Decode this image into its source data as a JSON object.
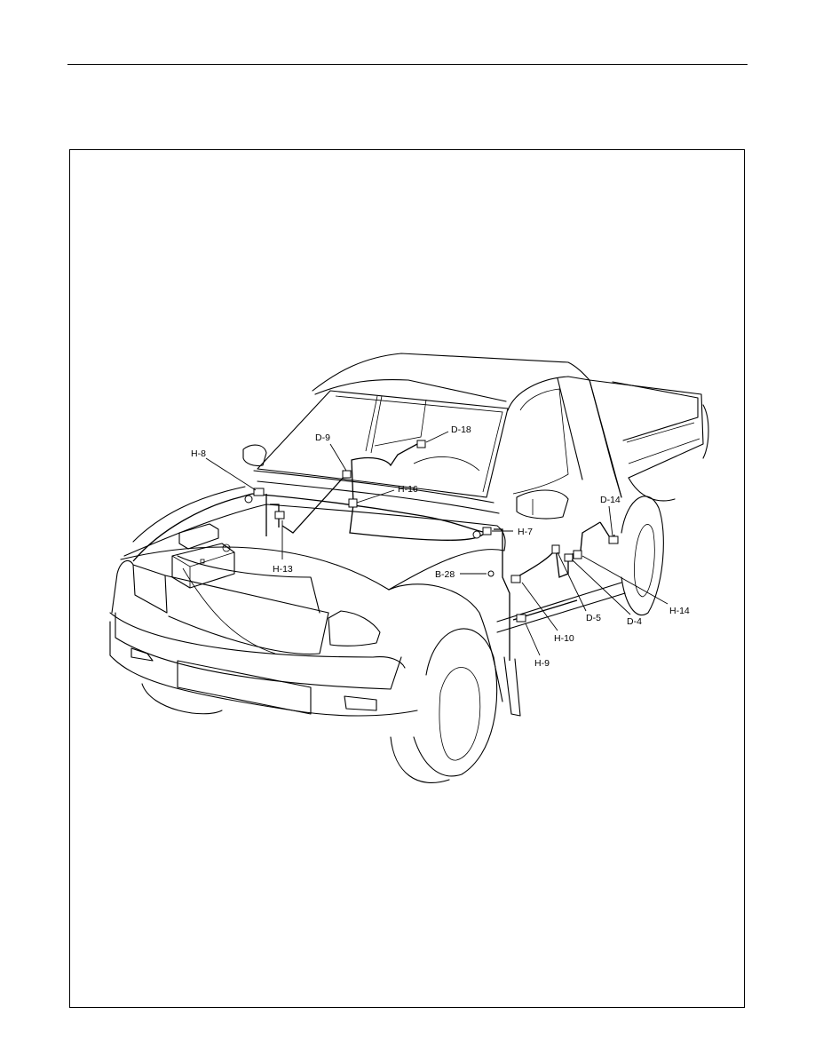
{
  "figure": {
    "connectors": [
      {
        "id": "d18",
        "label": "D-18"
      },
      {
        "id": "d9",
        "label": "D-9"
      },
      {
        "id": "h8",
        "label": "H-8"
      },
      {
        "id": "h16",
        "label": "H-16"
      },
      {
        "id": "h13",
        "label": "H-13"
      },
      {
        "id": "d14",
        "label": "D-14"
      },
      {
        "id": "h7",
        "label": "H-7"
      },
      {
        "id": "b28",
        "label": "B-28"
      },
      {
        "id": "h14",
        "label": "H-14"
      },
      {
        "id": "d4",
        "label": "D-4"
      },
      {
        "id": "d5",
        "label": "D-5"
      },
      {
        "id": "h10",
        "label": "H-10"
      },
      {
        "id": "h9",
        "label": "H-9"
      }
    ]
  }
}
